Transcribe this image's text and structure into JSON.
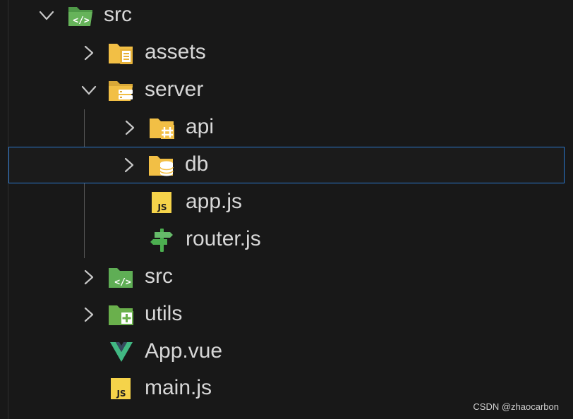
{
  "explorer": {
    "items": [
      {
        "label": "src",
        "kind": "folder",
        "icon": "source-folder-open-icon",
        "expanded": true,
        "depth": 0
      },
      {
        "label": "assets",
        "kind": "folder",
        "icon": "assets-folder-icon",
        "expanded": false,
        "depth": 1
      },
      {
        "label": "server",
        "kind": "folder",
        "icon": "server-folder-open-icon",
        "expanded": true,
        "depth": 1
      },
      {
        "label": "api",
        "kind": "folder",
        "icon": "api-folder-icon",
        "expanded": false,
        "depth": 2
      },
      {
        "label": "db",
        "kind": "folder",
        "icon": "database-folder-icon",
        "expanded": false,
        "depth": 2,
        "selected": true
      },
      {
        "label": "app.js",
        "kind": "file",
        "icon": "javascript-file-icon",
        "depth": 2
      },
      {
        "label": "router.js",
        "kind": "file",
        "icon": "router-file-icon",
        "depth": 2
      },
      {
        "label": "src",
        "kind": "folder",
        "icon": "source-folder-icon",
        "expanded": false,
        "depth": 1
      },
      {
        "label": "utils",
        "kind": "folder",
        "icon": "utils-folder-icon",
        "expanded": false,
        "depth": 1
      },
      {
        "label": "App.vue",
        "kind": "file",
        "icon": "vue-file-icon",
        "depth": 1
      },
      {
        "label": "main.js",
        "kind": "file",
        "icon": "javascript-file-icon",
        "depth": 1
      }
    ]
  },
  "watermark": "CSDN @zhaocarbon",
  "colors": {
    "background": "#181818",
    "selection_border": "#2b79d0",
    "text": "#d7d7d7",
    "folder_yellow": "#f4c64b",
    "source_green": "#5fae55",
    "js_yellow": "#f5d34a",
    "vue_green": "#41b883"
  }
}
